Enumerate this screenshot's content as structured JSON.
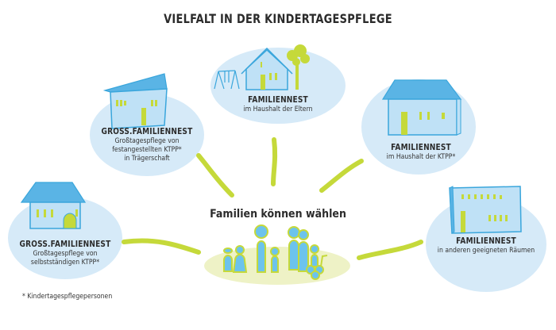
{
  "title": "VIELFALT IN DER KINDERTAGESPFLEGE",
  "center": {
    "label": "Familien können wählen"
  },
  "options": [
    {
      "id": "gross-traeger",
      "heading": "GROSS.FAMILIENNEST",
      "lines": [
        "Großtagespflege von",
        "festangestellten KTPP*",
        "in Trägerschaft"
      ]
    },
    {
      "id": "familiennest-eltern",
      "heading": "FAMILIENNEST",
      "lines": [
        "im Haushalt der Eltern"
      ]
    },
    {
      "id": "familiennest-ktpp",
      "heading": "FAMILIENNEST",
      "lines": [
        "im Haushalt der KTPP*"
      ]
    },
    {
      "id": "gross-selbststaendig",
      "heading": "GROSS.FAMILIENNEST",
      "lines": [
        "Großtagespflege von",
        "selbstständigen KTPP*"
      ]
    },
    {
      "id": "familiennest-raeume",
      "heading": "FAMILIENNEST",
      "lines": [
        "in anderen geeigneten Räumen"
      ]
    }
  ],
  "footnote": "* Kindertagespflegepersonen",
  "colors": {
    "bubble": "#d6eaf8",
    "house_fill": "#bfe1f6",
    "roof": "#5ab4e5",
    "outline": "#3aa6dc",
    "accent_green": "#c5d93a",
    "ground": "#eef2c6",
    "person": "#6cc3ec"
  }
}
